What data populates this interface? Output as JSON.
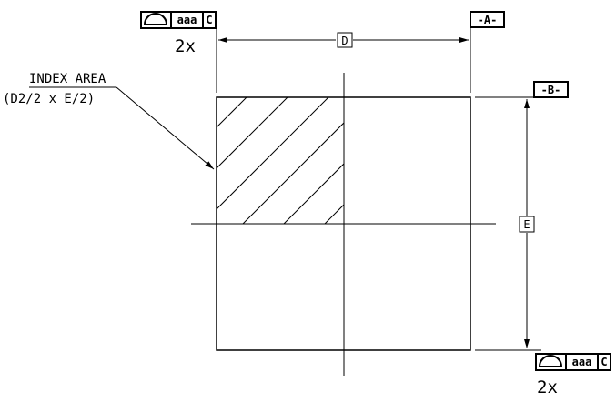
{
  "index_area": {
    "label": "INDEX AREA",
    "formula": "(D2/2 x E/2)"
  },
  "dimensions": {
    "d_label": "D",
    "e_label": "E"
  },
  "datums": {
    "a": "-A-",
    "b": "-B-"
  },
  "fcf_top": {
    "tolerance": "aaa",
    "datum": "C",
    "multiplier": "2x"
  },
  "fcf_bottom": {
    "tolerance": "aaa",
    "datum": "C",
    "multiplier": "2x"
  },
  "colors": {
    "line": "#000000",
    "background": "#ffffff"
  }
}
